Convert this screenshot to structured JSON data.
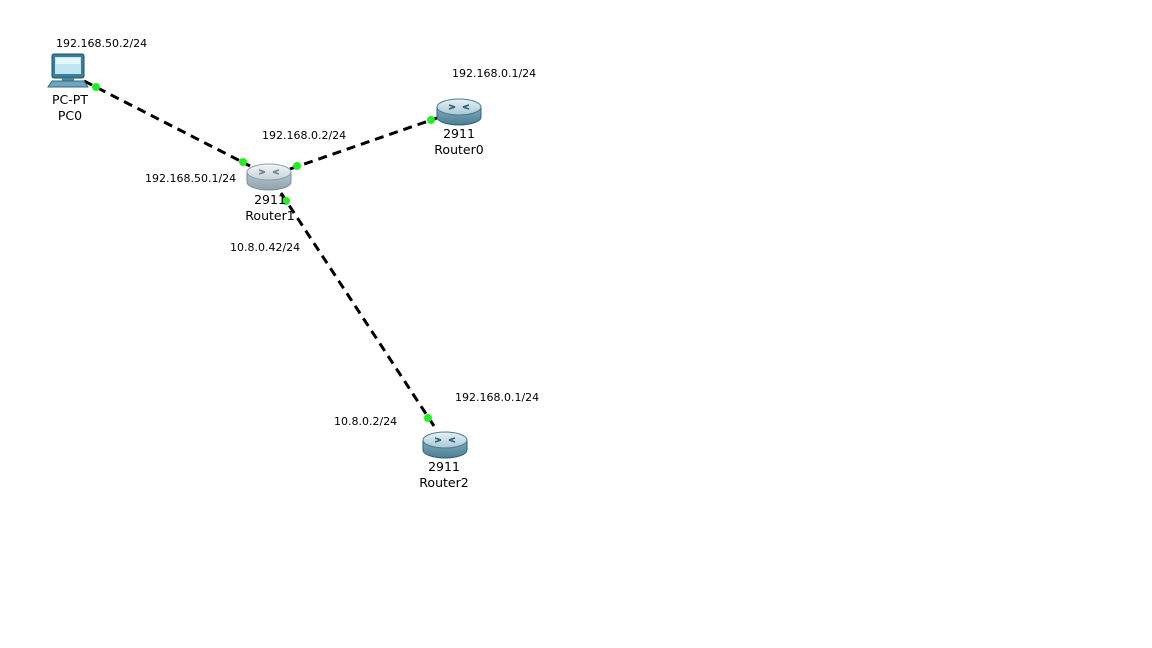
{
  "devices": [
    {
      "id": "pc0",
      "model": "PC-PT",
      "name": "PC0",
      "icon": "pc-icon"
    },
    {
      "id": "router1",
      "model": "2911",
      "name": "Router1",
      "icon": "router-icon"
    },
    {
      "id": "router0",
      "model": "2911",
      "name": "Router0",
      "icon": "router-icon"
    },
    {
      "id": "router2",
      "model": "2911",
      "name": "Router2",
      "icon": "router-icon"
    }
  ],
  "links": [
    {
      "from": "pc0",
      "to": "router1",
      "style": "dashed",
      "type": "copper-crossover"
    },
    {
      "from": "router1",
      "to": "router0",
      "style": "dashed",
      "type": "copper-crossover"
    },
    {
      "from": "router1",
      "to": "router2",
      "style": "dashed",
      "type": "copper-crossover"
    }
  ],
  "ip_labels": {
    "pc0": "192.168.50.2/24",
    "router1_pc_side": "192.168.50.1/24",
    "router1_r0_side": "192.168.0.2/24",
    "router0": "192.168.0.1/24",
    "router1_r2_side": "10.8.0.42/24",
    "router2_link": "10.8.0.2/24",
    "router2_other": "192.168.0.1/24"
  },
  "colors": {
    "background": "#ffffff",
    "link": "#000000",
    "port_up": "#22ee22",
    "router_body": "#8fb6c6"
  }
}
